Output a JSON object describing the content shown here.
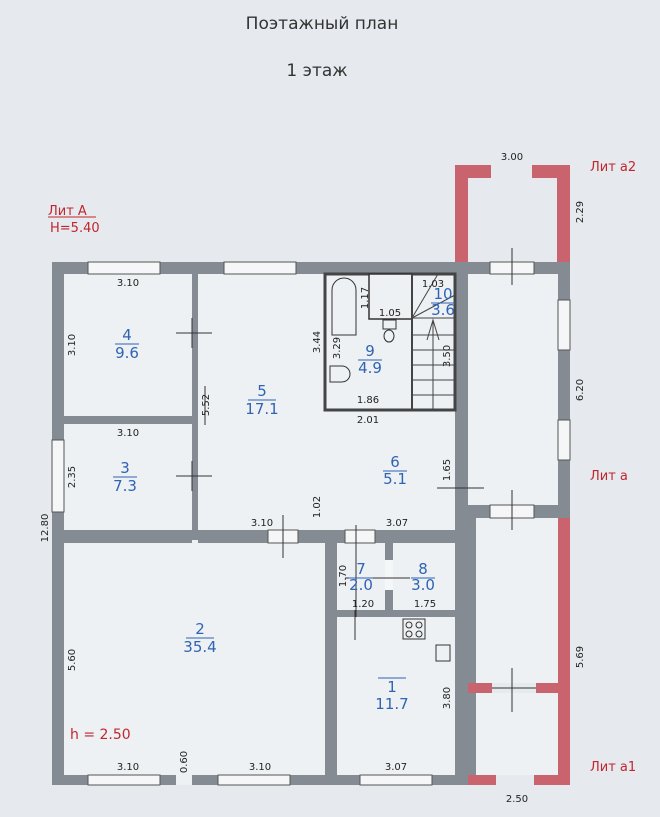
{
  "header": {
    "title": "Поэтажный план",
    "subtitle": "1 этаж"
  },
  "labels": {
    "lit_A": "Лит А",
    "height_A": "H=5.40",
    "lit_a2": "Лит а2",
    "lit_a": "Лит а",
    "lit_a1": "Лит а1",
    "room_height": "h = 2.50"
  },
  "rooms": [
    {
      "number": "1",
      "area": "11.7"
    },
    {
      "number": "2",
      "area": "35.4"
    },
    {
      "number": "3",
      "area": "7.3"
    },
    {
      "number": "4",
      "area": "9.6"
    },
    {
      "number": "5",
      "area": "17.1"
    },
    {
      "number": "6",
      "area": "5.1"
    },
    {
      "number": "7",
      "area": "2.0"
    },
    {
      "number": "8",
      "area": "3.0"
    },
    {
      "number": "9",
      "area": "4.9"
    },
    {
      "number": "10",
      "area": "3.6"
    }
  ],
  "dimensions": {
    "a2_width": "3.00",
    "a2_depth": "2.29",
    "r4_w": "3.10",
    "r4_h": "3.10",
    "r5_h": "5.52",
    "r3_w": "3.10",
    "r3_h": "2.35",
    "total_h": "12.80",
    "r5_w": "3.10",
    "d102": "1.02",
    "r6_w": "3.07",
    "r6_h": "1.65",
    "r9_h1": "3.44",
    "r9_h2": "3.29",
    "r9_w1": "1.86",
    "r9_w2": "2.01",
    "wc_h": "1.17",
    "wc_w": "1.05",
    "r10_w": "1.03",
    "r10_h": "3.50",
    "lit_a_h": "6.20",
    "r7_h": "1.70",
    "r7_w": "1.20",
    "r8_w": "1.75",
    "r2_h": "5.60",
    "r1_h": "3.80",
    "lit_a1_h": "5.69",
    "bot_1": "3.10",
    "bot_2": "0.60",
    "bot_3": "3.10",
    "bot_4": "3.07",
    "a1_w": "2.50"
  }
}
